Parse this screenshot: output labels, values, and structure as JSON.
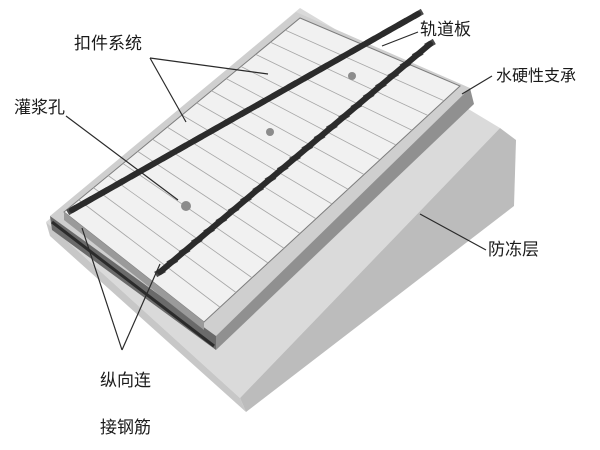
{
  "labels": {
    "fastening_system": "扣件系统",
    "track_slab": "轨道板",
    "grout_hole": "灌浆孔",
    "water_hardening_support": "水硬性支承",
    "frost_protection_layer": "防冻层",
    "longitudinal_rebar_line1": "纵向连",
    "longitudinal_rebar_line2": "接钢筋"
  },
  "colors": {
    "frost_layer_top": "#dadada",
    "frost_layer_side": "#bcbcbc",
    "support_top": "#cfcfcf",
    "support_side": "#909090",
    "slab_top": "#f1f1f1",
    "slab_edge": "#7d7d7d",
    "rail": "#2b2b2b",
    "leader": "#2a2a2a"
  }
}
